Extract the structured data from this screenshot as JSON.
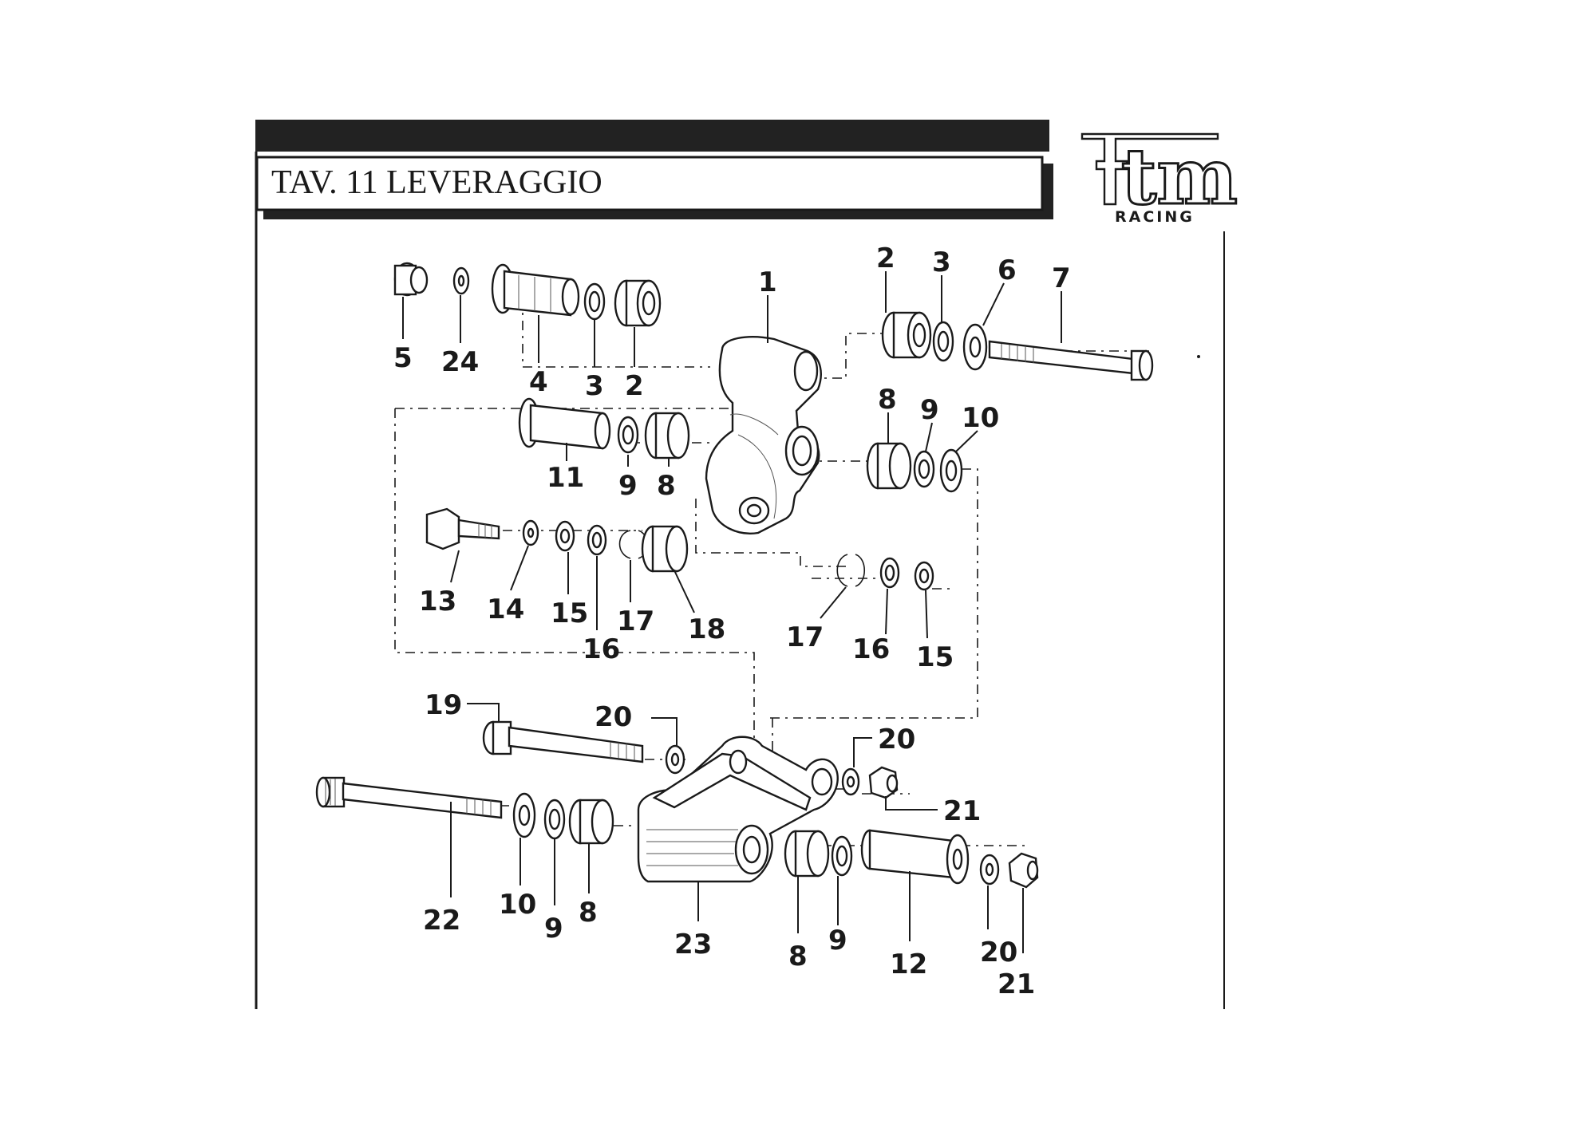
{
  "header": {
    "title": "TAV. 11 LEVERAGGIO"
  },
  "brand": {
    "logo_text": "tm",
    "subtitle": "RACING"
  },
  "callouts": [
    {
      "id": "c1",
      "text": "1"
    },
    {
      "id": "c2a",
      "text": "2"
    },
    {
      "id": "c3a",
      "text": "3"
    },
    {
      "id": "c6",
      "text": "6"
    },
    {
      "id": "c7",
      "text": "7"
    },
    {
      "id": "c5",
      "text": "5"
    },
    {
      "id": "c24",
      "text": "24"
    },
    {
      "id": "c4",
      "text": "4"
    },
    {
      "id": "c3b",
      "text": "3"
    },
    {
      "id": "c2b",
      "text": "2"
    },
    {
      "id": "c8a",
      "text": "8"
    },
    {
      "id": "c9a",
      "text": "9"
    },
    {
      "id": "c10a",
      "text": "10"
    },
    {
      "id": "c11",
      "text": "11"
    },
    {
      "id": "c9b",
      "text": "9"
    },
    {
      "id": "c8b",
      "text": "8"
    },
    {
      "id": "c13",
      "text": "13"
    },
    {
      "id": "c14",
      "text": "14"
    },
    {
      "id": "c15a",
      "text": "15"
    },
    {
      "id": "c16a",
      "text": "16"
    },
    {
      "id": "c17a",
      "text": "17"
    },
    {
      "id": "c18",
      "text": "18"
    },
    {
      "id": "c17b",
      "text": "17"
    },
    {
      "id": "c16b",
      "text": "16"
    },
    {
      "id": "c15b",
      "text": "15"
    },
    {
      "id": "c19",
      "text": "19"
    },
    {
      "id": "c20a",
      "text": "20"
    },
    {
      "id": "c20b",
      "text": "20"
    },
    {
      "id": "c21a",
      "text": "21"
    },
    {
      "id": "c22",
      "text": "22"
    },
    {
      "id": "c10b",
      "text": "10"
    },
    {
      "id": "c9c",
      "text": "9"
    },
    {
      "id": "c8c",
      "text": "8"
    },
    {
      "id": "c23",
      "text": "23"
    },
    {
      "id": "c8d",
      "text": "8"
    },
    {
      "id": "c9d",
      "text": "9"
    },
    {
      "id": "c12",
      "text": "12"
    },
    {
      "id": "c20c",
      "text": "20"
    },
    {
      "id": "c21b",
      "text": "21"
    }
  ],
  "colors": {
    "ink": "#1a1a1a",
    "paper": "#ffffff",
    "header_bar": "#222222"
  }
}
